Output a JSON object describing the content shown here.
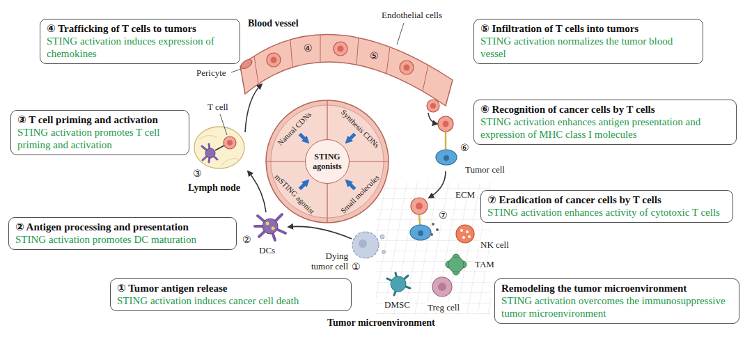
{
  "diagram": {
    "nodes": [
      {
        "text": [
          "④ Trafficking of T cells to tumors",
          "STING activation induces expression of chemokines"
        ]
      },
      {
        "text": [
          "⑤ Infiltration of T cells into tumors",
          "STING activation normalizes the tumor blood vessel"
        ]
      },
      {
        "text": [
          "⑥ Recognition of cancer cells by T cells",
          "STING activation enhances antigen presentation and expression of MHC class I molecules"
        ]
      },
      {
        "text": [
          "③ T cell priming and activation",
          "STING activation promotes T cell priming and activation"
        ]
      },
      {
        "text": [
          "Natural CDNs",
          "Synthesis CDNs",
          "mSTING agonist",
          "Small molecules"
        ]
      },
      {
        "text": [
          "STING agonists"
        ],
        "in": 4
      },
      {
        "text": [
          "⑦ Eradication of cancer cells by T cells",
          "STING activation enhances activity of cytotoxic T cells"
        ]
      },
      {
        "text": [
          "② Antigen processing and presentation",
          "STING activation promotes DC maturation"
        ]
      },
      {
        "text": [
          "① Tumor antigen release",
          "STING activation induces cancer cell death"
        ]
      },
      {
        "text": [
          "Remodeling the tumor microenvironment",
          "STING activation overcomes the immunosuppressive tumor microenvironment"
        ]
      }
    ],
    "labels": [
      "Blood vessel",
      "Endothelial cells",
      "Pericyte",
      "④",
      "⑤",
      "T cell",
      "⑥",
      "Tumor cell",
      "③",
      "Lymph node",
      "ECM",
      "⑦",
      "NK cell",
      "②",
      "DCs",
      "TAM",
      "Dying tumor cell",
      "①",
      "DMSC",
      "Treg cell",
      "Tumor microenvironment"
    ]
  }
}
